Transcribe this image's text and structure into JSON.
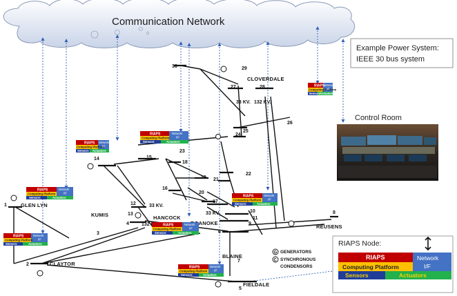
{
  "cloud": {
    "title": "Communication Network"
  },
  "example_box": {
    "line1": "Example Power System:",
    "line2": "IEEE 30 bus system"
  },
  "control_room": {
    "label": "Control Room"
  },
  "riaps_node": {
    "title": "RIAPS Node:",
    "riaps": "RIAPS",
    "platform": "Computing Platform",
    "network": "Network",
    "network_if": "I/F",
    "sensors": "Sensors",
    "actuators": "Actuators"
  },
  "mini_node": {
    "riaps": "RIAPS",
    "platform": "Computing Platform",
    "network": "Network",
    "network_if": "I/F",
    "sensors": "Sensors",
    "actuators": "Actuators"
  },
  "places": {
    "glen_lyn": "GLEN LYN",
    "kumis": "KUMIS",
    "hancock": "HANCOCK",
    "roanoke": "ROANOKE",
    "cloverdale": "CLOVERDALE",
    "reusens": "REUSENS",
    "claytor": "CLAYTOR",
    "blaine": "BLAINE",
    "fieldale": "FIELDALE"
  },
  "voltages": {
    "kv33_a": "33 KV.",
    "kv132_a": "132 KV.",
    "kv33_b": "33 KV.",
    "kv132_b": "132 KV.",
    "kv33_c": "33 KV."
  },
  "buses": [
    "1",
    "2",
    "3",
    "4",
    "5",
    "6",
    "7",
    "8",
    "9",
    "10",
    "11",
    "12",
    "13",
    "14",
    "15",
    "16",
    "17",
    "18",
    "19",
    "20",
    "21",
    "22",
    "23",
    "24",
    "25",
    "26",
    "27",
    "28",
    "29",
    "30"
  ],
  "legend": {
    "generators": "GENERATORS",
    "synchronous": "SYNCHRONOUS",
    "condensors": "CONDENSORS",
    "g_symbol": "G",
    "c_symbol": "C"
  },
  "colors": {
    "riaps_red": "#c00000",
    "platform_yellow": "#ffc000",
    "network_blue": "#4472c4",
    "sensors_navy": "#1f3d99",
    "actuators_green": "#22b14c",
    "link_blue": "#2e5fb8"
  }
}
